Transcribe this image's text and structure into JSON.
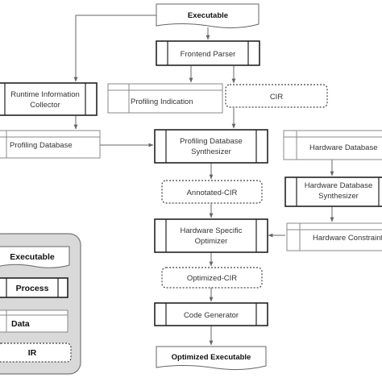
{
  "nodes": {
    "executable": "Executable",
    "frontend_parser": "Frontend Parser",
    "runtime_info_line1": "Runtime Information",
    "runtime_info_line2": "Collector",
    "profiling_indication": "Profiling Indication",
    "cir": "CIR",
    "profiling_database": "Profiling Database",
    "profiling_db_synth_line1": "Profiling Database",
    "profiling_db_synth_line2": "Synthesizer",
    "hardware_database": "Hardware Database",
    "annotated_cir": "Annotated-CIR",
    "hardware_db_synth_line1": "Hardware Database",
    "hardware_db_synth_line2": "Synthesizer",
    "hw_specific_opt_line1": "Hardware Specific",
    "hw_specific_opt_line2": "Optimizer",
    "hardware_constraints": "Hardware Constraints",
    "optimized_cir": "Optimized-CIR",
    "code_generator": "Code Generator",
    "optimized_executable": "Optimized Executable"
  },
  "legend": {
    "executable": "Executable",
    "process": "Process",
    "data": "Data",
    "ir": "IR"
  }
}
